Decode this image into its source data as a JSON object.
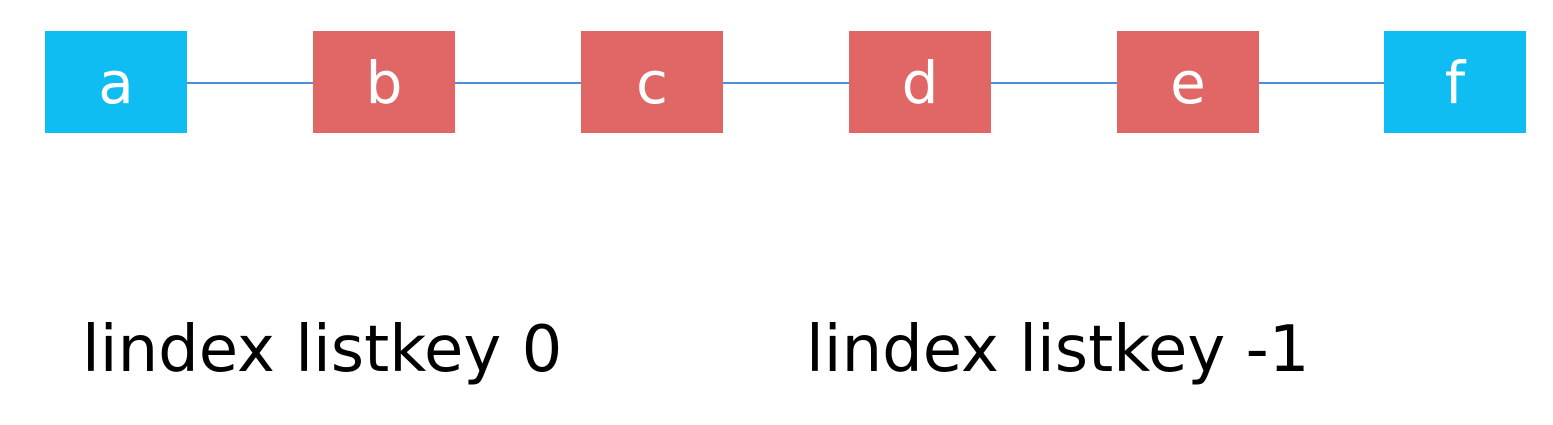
{
  "colors": {
    "end_node": "#10bdf2",
    "middle_node": "#e06766",
    "connector": "#4a90d9"
  },
  "list": {
    "nodes": [
      {
        "label": "a",
        "kind": "end"
      },
      {
        "label": "b",
        "kind": "middle"
      },
      {
        "label": "c",
        "kind": "middle"
      },
      {
        "label": "d",
        "kind": "middle"
      },
      {
        "label": "e",
        "kind": "middle"
      },
      {
        "label": "f",
        "kind": "end"
      }
    ]
  },
  "commands": [
    "lindex listkey 0",
    "lindex listkey -1"
  ]
}
